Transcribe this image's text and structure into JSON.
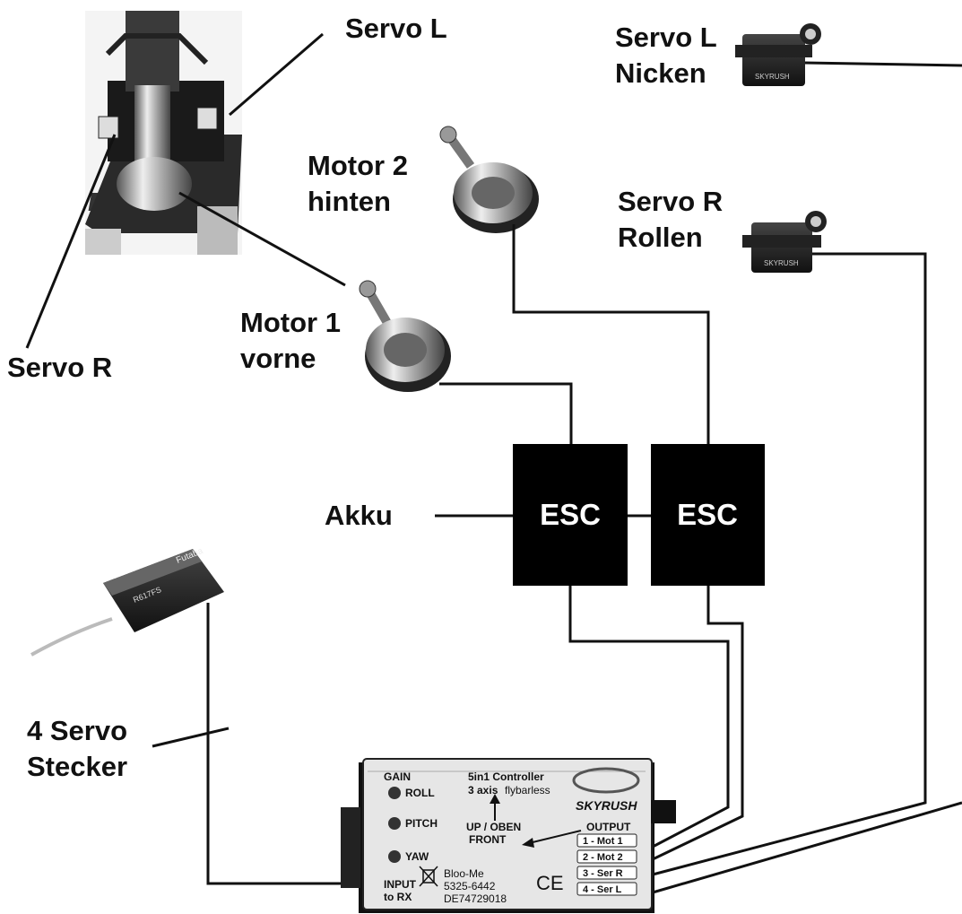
{
  "labels": {
    "servo_l_top": "Servo L",
    "servo_r_left": "Servo R",
    "servo_l_nicken_1": "Servo L",
    "servo_l_nicken_2": "Nicken",
    "servo_r_rollen_1": "Servo R",
    "servo_r_rollen_2": "Rollen",
    "motor2_1": "Motor 2",
    "motor2_2": "hinten",
    "motor1_1": "Motor 1",
    "motor1_2": "vorne",
    "akku": "Akku",
    "four_servo_1": "4 Servo",
    "four_servo_2": "Stecker"
  },
  "esc": [
    "ESC",
    "ESC"
  ],
  "receiver": {
    "brand": "Futaba",
    "model": "R617FS"
  },
  "controller": {
    "title": "5in1 Controller",
    "subtitle_bold": "3 axis",
    "subtitle_rest": "flybarless",
    "brand": "SKYRUSH",
    "gain": "GAIN",
    "knobs": [
      "ROLL",
      "PITCH",
      "YAW"
    ],
    "direction_1": "UP / OBEN",
    "direction_2": "FRONT",
    "output_header": "OUTPUT",
    "outputs": [
      "1 - Mot 1",
      "2 - Mot 2",
      "3 - Ser R",
      "4 - Ser L"
    ],
    "input_1": "INPUT",
    "input_2": "to RX",
    "vendor_1": "Bloo-Me",
    "vendor_2": "5325-6442",
    "vendor_3": "DE74729018",
    "ce": "CE"
  },
  "servo_brand": "SKYRUSH",
  "colors": {
    "ink": "#111111",
    "esc_fill": "#000000",
    "background": "#ffffff"
  }
}
